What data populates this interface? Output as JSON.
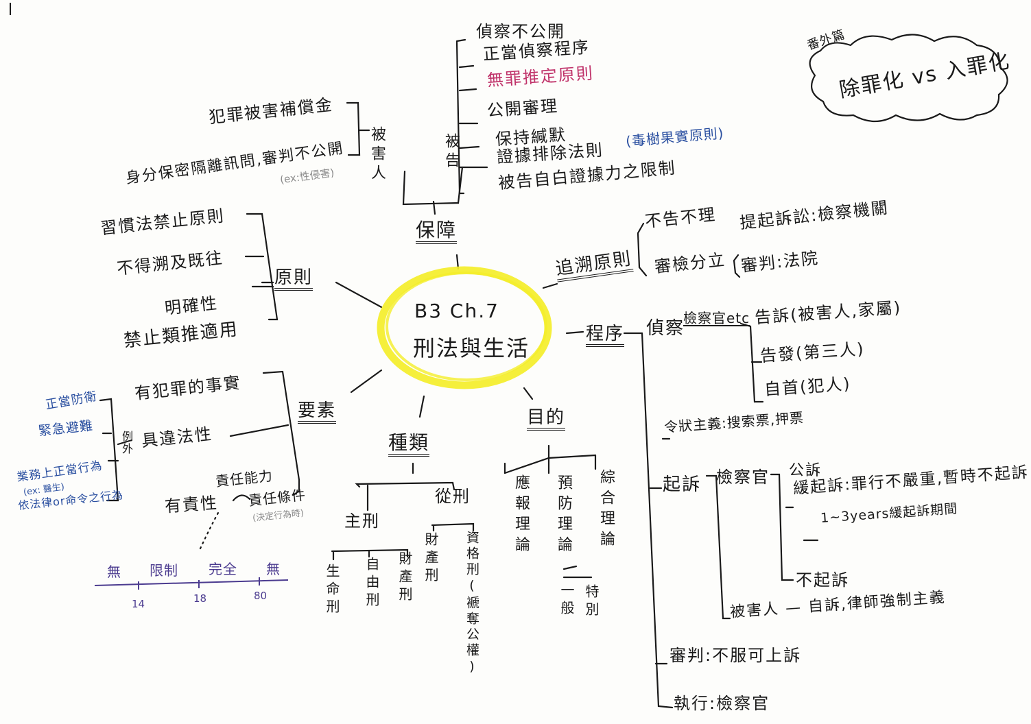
{
  "colors": {
    "ink": "#1a1a1a",
    "highlight": "#f4ee2a",
    "blue": "#2a4fa0",
    "pink": "#c0336a",
    "purple": "#4b3b8f",
    "gray": "#8a8a8a"
  },
  "center": {
    "line1": "B3 Ch.7",
    "line2": "刑法與生活"
  },
  "extra": {
    "label": "番外篇",
    "cloud": "除罪化 vs 入罪化"
  },
  "protection": {
    "title": "保障",
    "defendant_label": "被告",
    "victim_label": "被害人",
    "defendant": [
      "偵察不公開",
      "正當偵察程序",
      "無罪推定原則",
      "公開審理",
      "保持緘默",
      "證據排除法則",
      "被告自白證據力之限制"
    ],
    "evidence_note": "(毒樹果實原則)",
    "victim": [
      "犯罪被害補償金",
      "身分保密隔離訊問,審判不公開"
    ],
    "victim_note": "(ex:性侵害)"
  },
  "principles": {
    "title": "原則",
    "items": [
      "習慣法禁止原則",
      "不得溯及既往",
      "明確性",
      "禁止類推適用"
    ]
  },
  "elements": {
    "title": "要素",
    "items": [
      "有犯罪的事實",
      "具違法性",
      "有責性"
    ],
    "responsibility_note": "責任能力",
    "responsibility_note2": "責任條件",
    "intent_note": "(決定行為時)",
    "exceptions_label": "例外",
    "exceptions": [
      "正當防衛",
      "緊急避難",
      "業務上正當行為",
      "(ex: 醫生)",
      "依法律or命令之行為"
    ],
    "capacity_axis": {
      "segments": [
        "無",
        "限制",
        "完全",
        "無"
      ],
      "ticks": [
        "14",
        "18",
        "80"
      ]
    }
  },
  "retro": {
    "title": "追溯原則",
    "items": [
      "不告不理",
      "審檢分立"
    ],
    "split": [
      "提起訴訟:檢察機關",
      "審判:法院"
    ]
  },
  "procedure": {
    "title": "程序",
    "investigation": "偵察",
    "investigation_note": "檢察官etc",
    "sources": [
      "告訴(被害人,家屬)",
      "告發(第三人)",
      "自首(犯人)"
    ],
    "warrant": "令狀主義:搜索票,押票",
    "prosecution": "起訴",
    "prosecutor": "檢察官",
    "prosecution_options": [
      "公訴",
      "緩起訴:罪行不嚴重,暫時不起訴",
      "1~3years緩起訴期間",
      "不起訴"
    ],
    "victim_path": "被害人 — 自訴,律師強制主義",
    "trial": "審判:不服可上訴",
    "execution": "執行:檢察官"
  },
  "purpose": {
    "title": "目的",
    "items": [
      "應報理論",
      "預防理論",
      "綜合理論"
    ],
    "prevention_sub": [
      "一般",
      "特別"
    ]
  },
  "types": {
    "title": "種類",
    "main": "主刑",
    "secondary": "從刑",
    "main_items": [
      "生命刑",
      "自由刑",
      "財產刑"
    ],
    "secondary_items": [
      "財產刑",
      "資格刑(褫奪公權)"
    ]
  }
}
